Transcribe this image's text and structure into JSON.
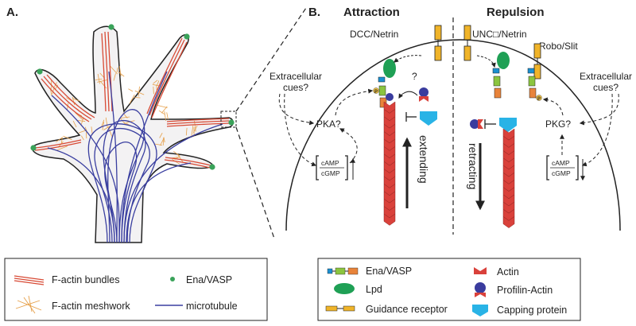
{
  "panels": {
    "a": "A.",
    "b": "B."
  },
  "headings": {
    "attraction": "Attraction",
    "repulsion": "Repulsion"
  },
  "attraction": {
    "receptor": "DCC/Netrin",
    "cues": [
      "Extracellular",
      "cues?"
    ],
    "kinase": "PKA?",
    "camp": "cAMP",
    "cgmp": "cGMP",
    "question": "?",
    "growth": "extending"
  },
  "repulsion": {
    "receptor": "UNC□/Netrin",
    "receptor2": "Robo/Slit",
    "cues": [
      "Extracellular",
      "cues?"
    ],
    "kinase": "PKG?",
    "camp": "cAMP",
    "cgmp": "cGMP",
    "growth": "retracting"
  },
  "phospho": "P",
  "legend_left": {
    "bundles": "F-actin bundles",
    "meshwork": "F-actin meshwork",
    "enavasp": "Ena/VASP",
    "microtubule": "microtubule"
  },
  "legend_right": {
    "enavasp": "Ena/VASP",
    "lpd": "Lpd",
    "receptor": "Guidance receptor",
    "actin": "Actin",
    "profilin": "Profilin-Actin",
    "capping": "Capping protein"
  },
  "colors": {
    "actin": "#d9413b",
    "microtubule": "#3a3fa0",
    "enavasp_dot": "#3aa35a",
    "lpd": "#1fa055",
    "enavasp_blue": "#1b8fd0",
    "enavasp_green": "#8bc53f",
    "enavasp_orange": "#e8833a",
    "receptor": "#f0b429",
    "capping": "#29b3e6",
    "profilin": "#3a3c9e",
    "meshwork": "#e6a04a",
    "bundle": "#d84a35"
  }
}
